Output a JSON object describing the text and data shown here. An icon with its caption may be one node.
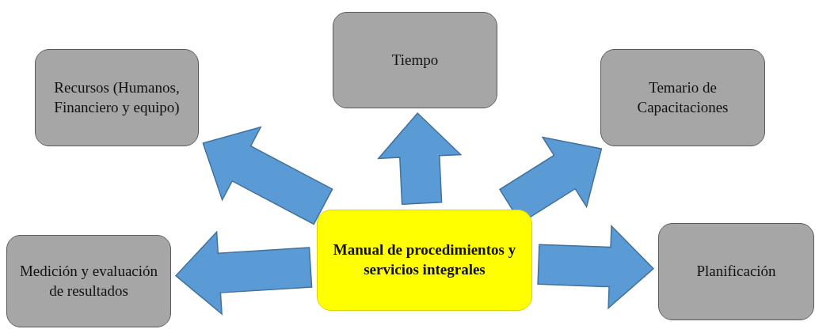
{
  "diagram": {
    "nodes": [
      {
        "text": [
          "Recursos (Humanos, Financiero y equipo)"
        ]
      },
      {
        "text": [
          "Tiempo"
        ]
      },
      {
        "text": [
          "Temario de Capacitaciones"
        ]
      },
      {
        "text": [
          "Medición y evaluación de resultados"
        ]
      },
      {
        "text": [
          "Manual de procedimientos y servicios integrales"
        ]
      },
      {
        "text": [
          "Planificación"
        ]
      }
    ],
    "edges": [
      {
        "from": 4,
        "to": 0,
        "arrow": "to"
      },
      {
        "from": 4,
        "to": 1,
        "arrow": "to"
      },
      {
        "from": 4,
        "to": 2,
        "arrow": "to"
      },
      {
        "from": 4,
        "to": 3,
        "arrow": "to"
      },
      {
        "from": 4,
        "to": 5,
        "arrow": "to"
      }
    ]
  }
}
